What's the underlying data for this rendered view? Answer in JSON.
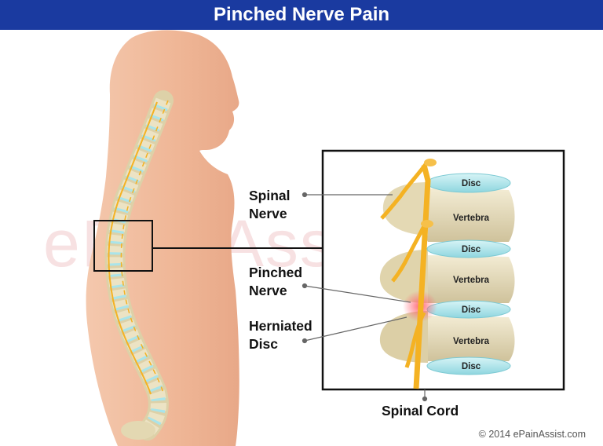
{
  "header": {
    "title": "Pinched Nerve Pain"
  },
  "watermark": "ePainAssist.com",
  "labels": {
    "spinal_nerve": [
      "Spinal",
      "Nerve"
    ],
    "pinched_nerve": [
      "Pinched",
      "Nerve"
    ],
    "herniated_disc": [
      "Herniated",
      "Disc"
    ],
    "spinal_cord": "Spinal Cord"
  },
  "inset": {
    "disc_labels": [
      "Disc",
      "Disc",
      "Disc",
      "Disc"
    ],
    "vertebra_labels": [
      "Vertebra",
      "Vertebra",
      "Vertebra"
    ]
  },
  "copyright": "© 2014 ePainAssist.com",
  "colors": {
    "title_bar": "#1a3aa0",
    "skin": "#f0b99b",
    "bone": "#ece3c4",
    "disc": "#a9e4ea",
    "nerve": "#f4b223"
  }
}
